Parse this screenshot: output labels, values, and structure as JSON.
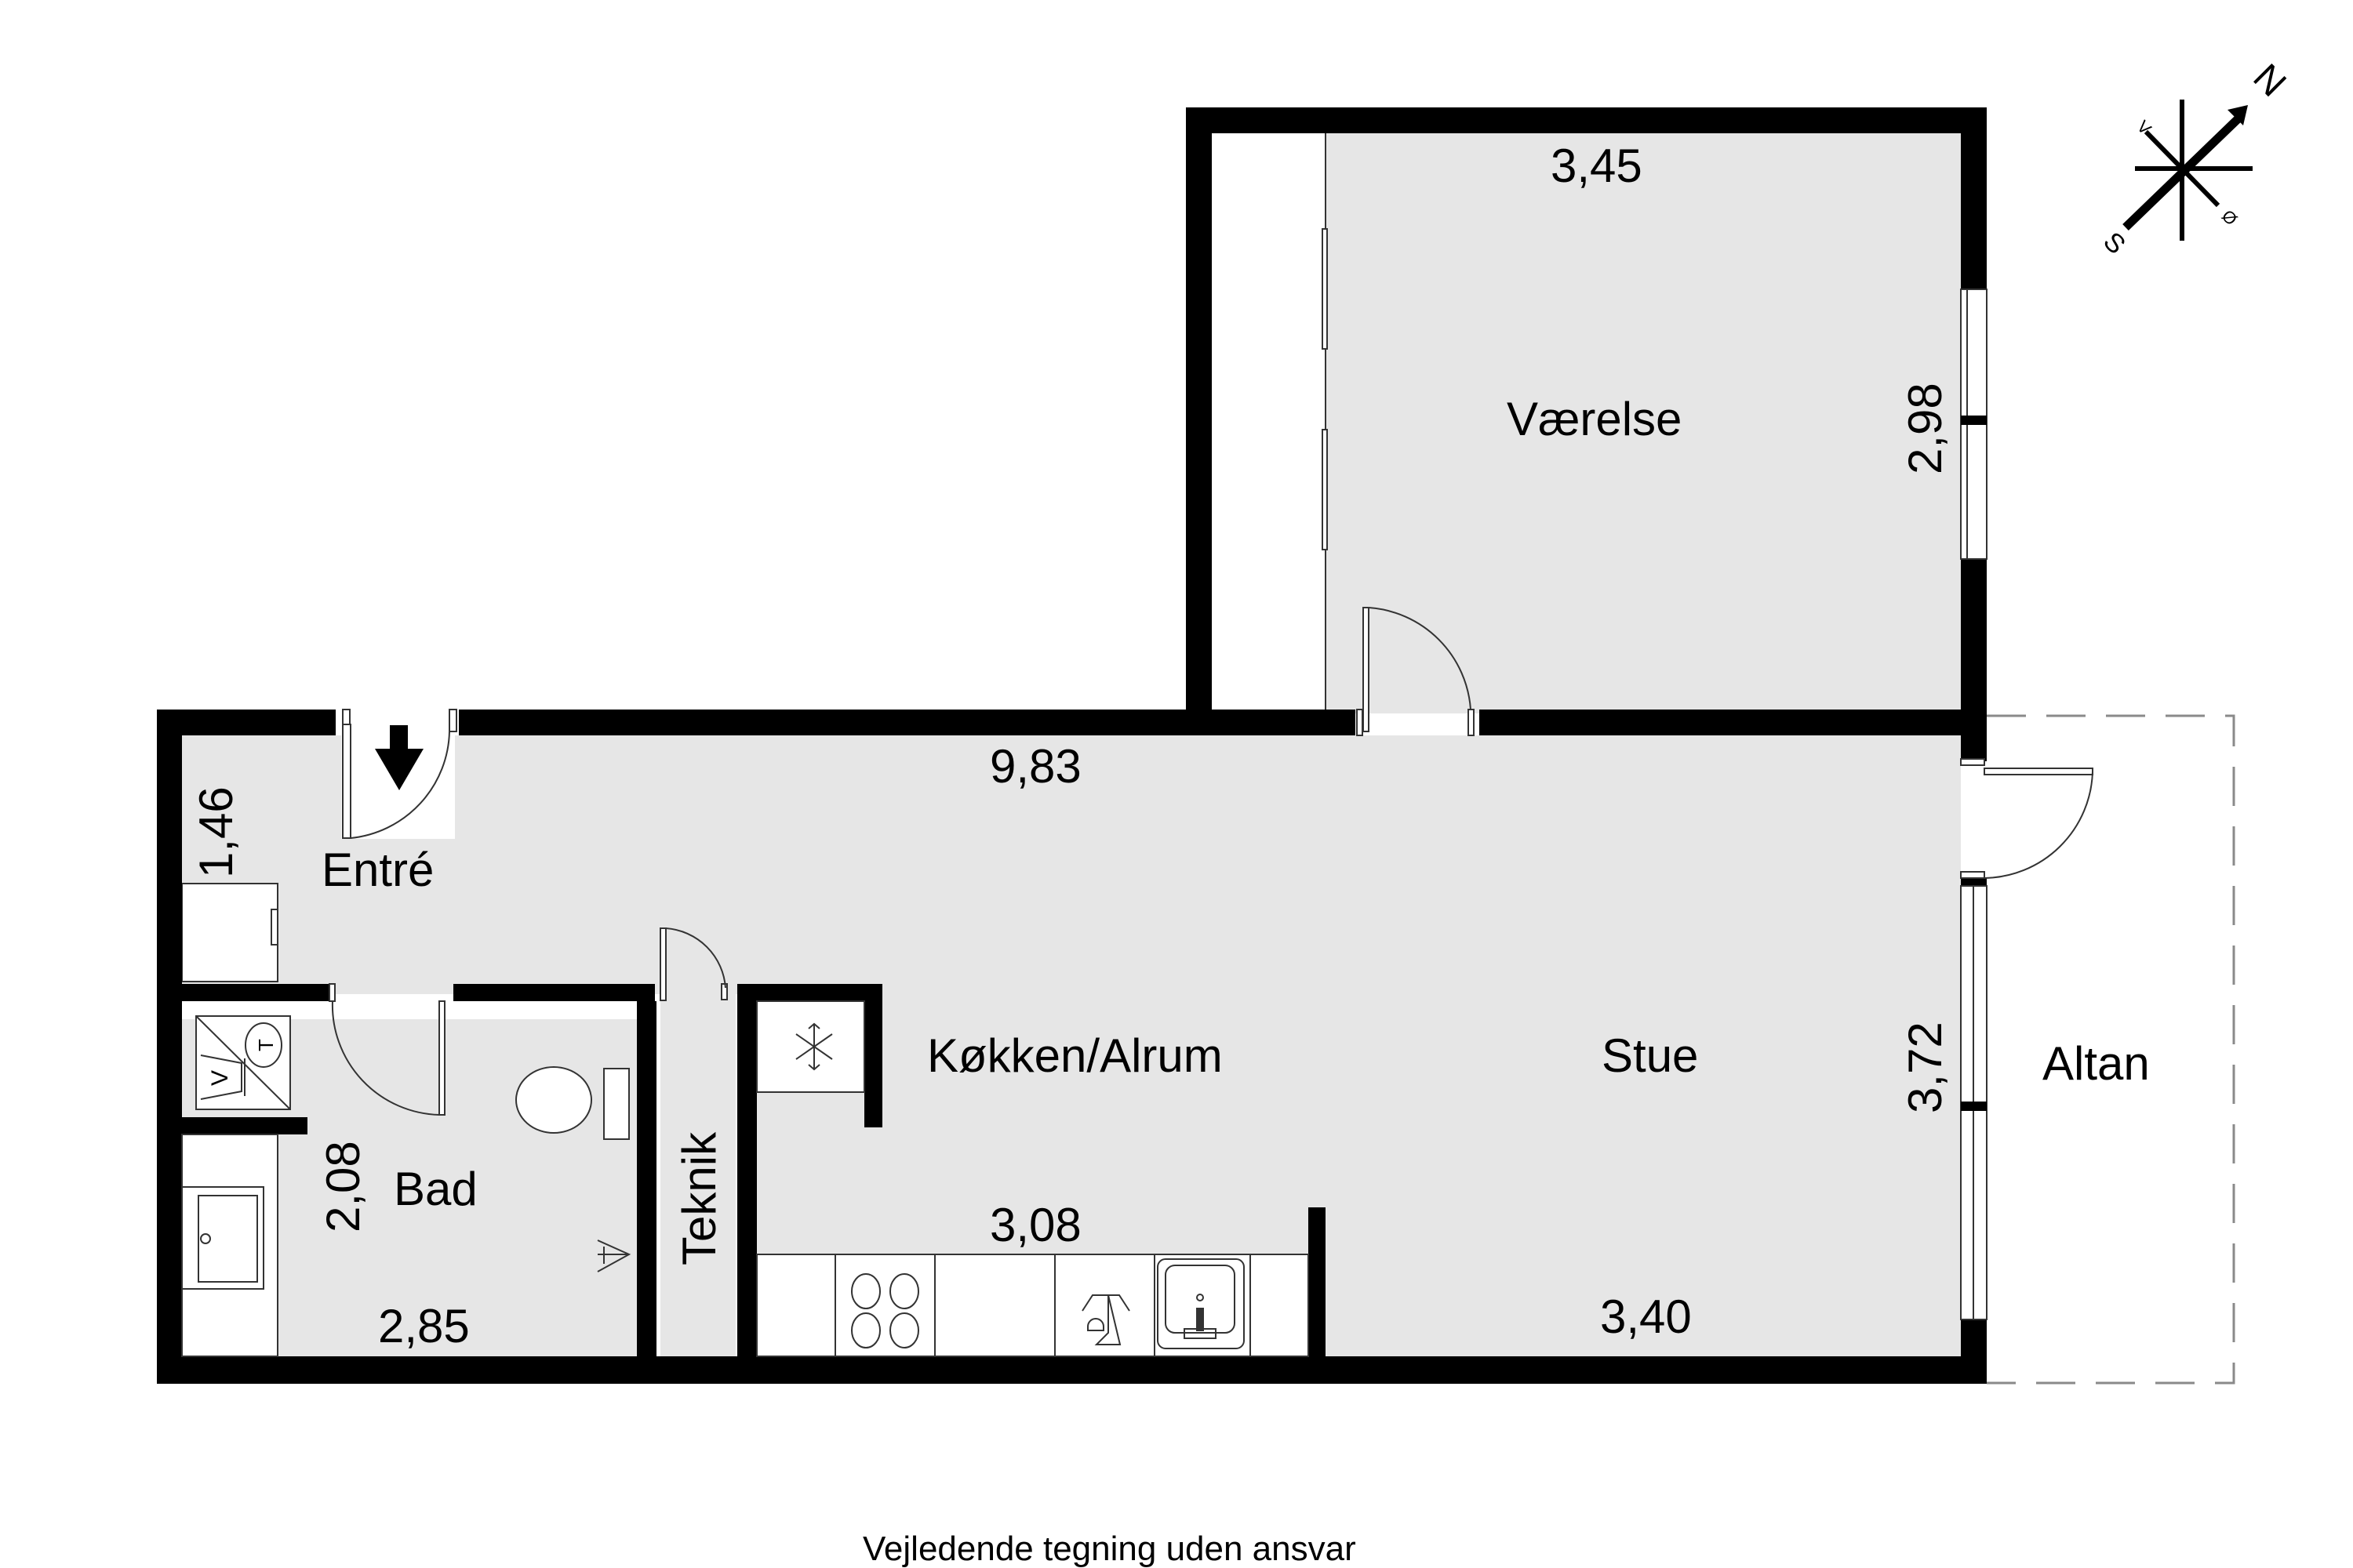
{
  "plan": {
    "rooms": [
      {
        "name": "Værelse",
        "width": "3,45",
        "depth": "2,98"
      },
      {
        "name": "Entré",
        "dimension": "1,46"
      },
      {
        "name": "Bad",
        "width": "2,85",
        "depth": "2,08"
      },
      {
        "name": "Teknik"
      },
      {
        "name": "Køkken/Alrum",
        "width": "3,08"
      },
      {
        "name": "Stue",
        "width": "3,40",
        "depth": "3,72"
      },
      {
        "name": "Altan"
      }
    ],
    "overall_length": "9,83",
    "colors": {
      "wall": "#000000",
      "floor": "#e6e6e6",
      "fixtures": "#ffffff",
      "balcony_outline": "#8a8a8a"
    }
  },
  "labels": {
    "vaerelse": "Værelse",
    "vaerelse_w": "3,45",
    "vaerelse_d": "2,98",
    "entre": "Entré",
    "entre_d": "1,46",
    "total": "9,83",
    "bad": "Bad",
    "bad_w": "2,85",
    "bad_d": "2,08",
    "teknik": "Teknik",
    "kokken": "Køkken/Alrum",
    "kokken_w": "3,08",
    "stue": "Stue",
    "stue_w": "3,40",
    "stue_d": "3,72",
    "altan": "Altan"
  },
  "compass": {
    "n": "N",
    "s": "S",
    "v": "V",
    "o": "Ø"
  },
  "appliance_marks": {
    "washer": "V",
    "dryer": "T"
  },
  "footer": "Vejledende tegning uden ansvar"
}
